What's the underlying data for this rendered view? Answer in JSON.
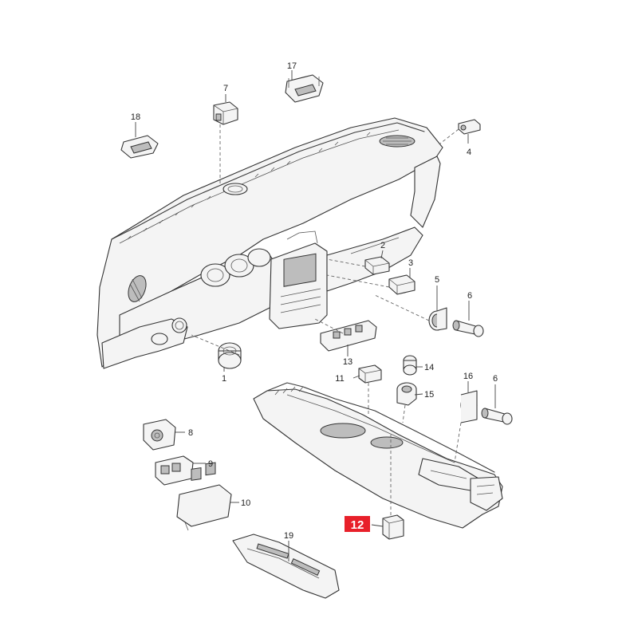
{
  "callouts": {
    "c1": "1",
    "c2": "2",
    "c3": "3",
    "c4": "4",
    "c5": "5",
    "c6a": "6",
    "c6b": "6",
    "c7": "7",
    "c8": "8",
    "c9": "9",
    "c10": "10",
    "c11": "11",
    "c12": "12",
    "c13": "13",
    "c14": "14",
    "c15": "15",
    "c16": "16",
    "c17": "17",
    "c18": "18",
    "c19": "19"
  },
  "colors": {
    "highlight": "#e8202a",
    "line": "#3a3a3a",
    "part_fill": "#f4f4f4"
  }
}
